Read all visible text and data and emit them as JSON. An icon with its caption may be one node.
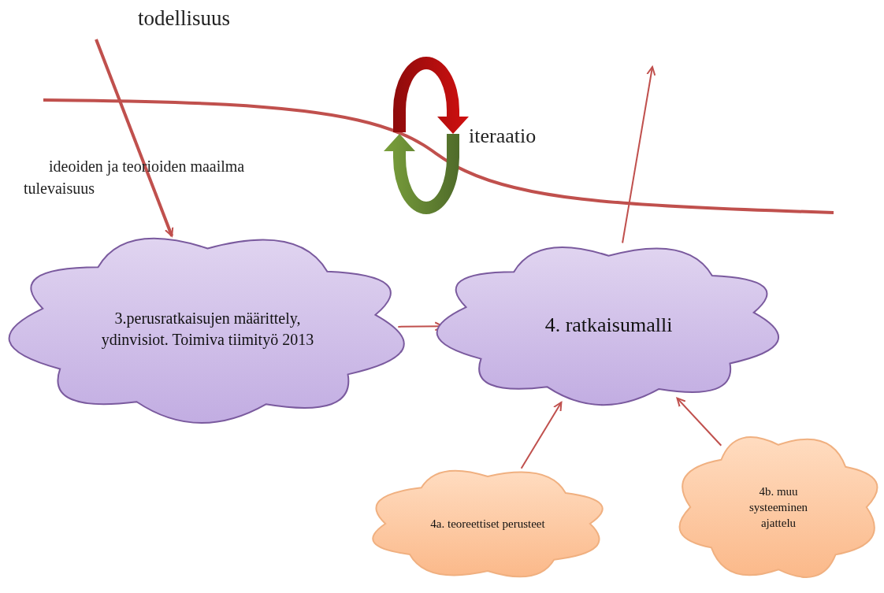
{
  "diagram": {
    "nodes": [
      {
        "text": [
          "3.perusratkaisujen määrittely, ydinvisiot. Toimiva tiimityö 2013"
        ]
      },
      {
        "text": [
          "4. ratkaisumalli"
        ]
      },
      {
        "text": [
          "4a. teoreettiset perusteet"
        ]
      },
      {
        "text": [
          "4b. muu systeeminen ajattelu"
        ]
      }
    ],
    "edges": [
      {
        "from": null,
        "to": 0,
        "arrow": "to",
        "style": "thick"
      },
      {
        "from": 0,
        "to": 1,
        "arrow": "to"
      },
      {
        "from": 2,
        "to": 1,
        "arrow": "to"
      },
      {
        "from": 3,
        "to": 1,
        "arrow": "to"
      },
      {
        "from": 1,
        "to": null,
        "arrow": "to"
      }
    ],
    "labels": [
      "todellisuus",
      "iteraatio",
      "ideoiden ja teorioiden maailma",
      "tulevaisuus"
    ]
  }
}
